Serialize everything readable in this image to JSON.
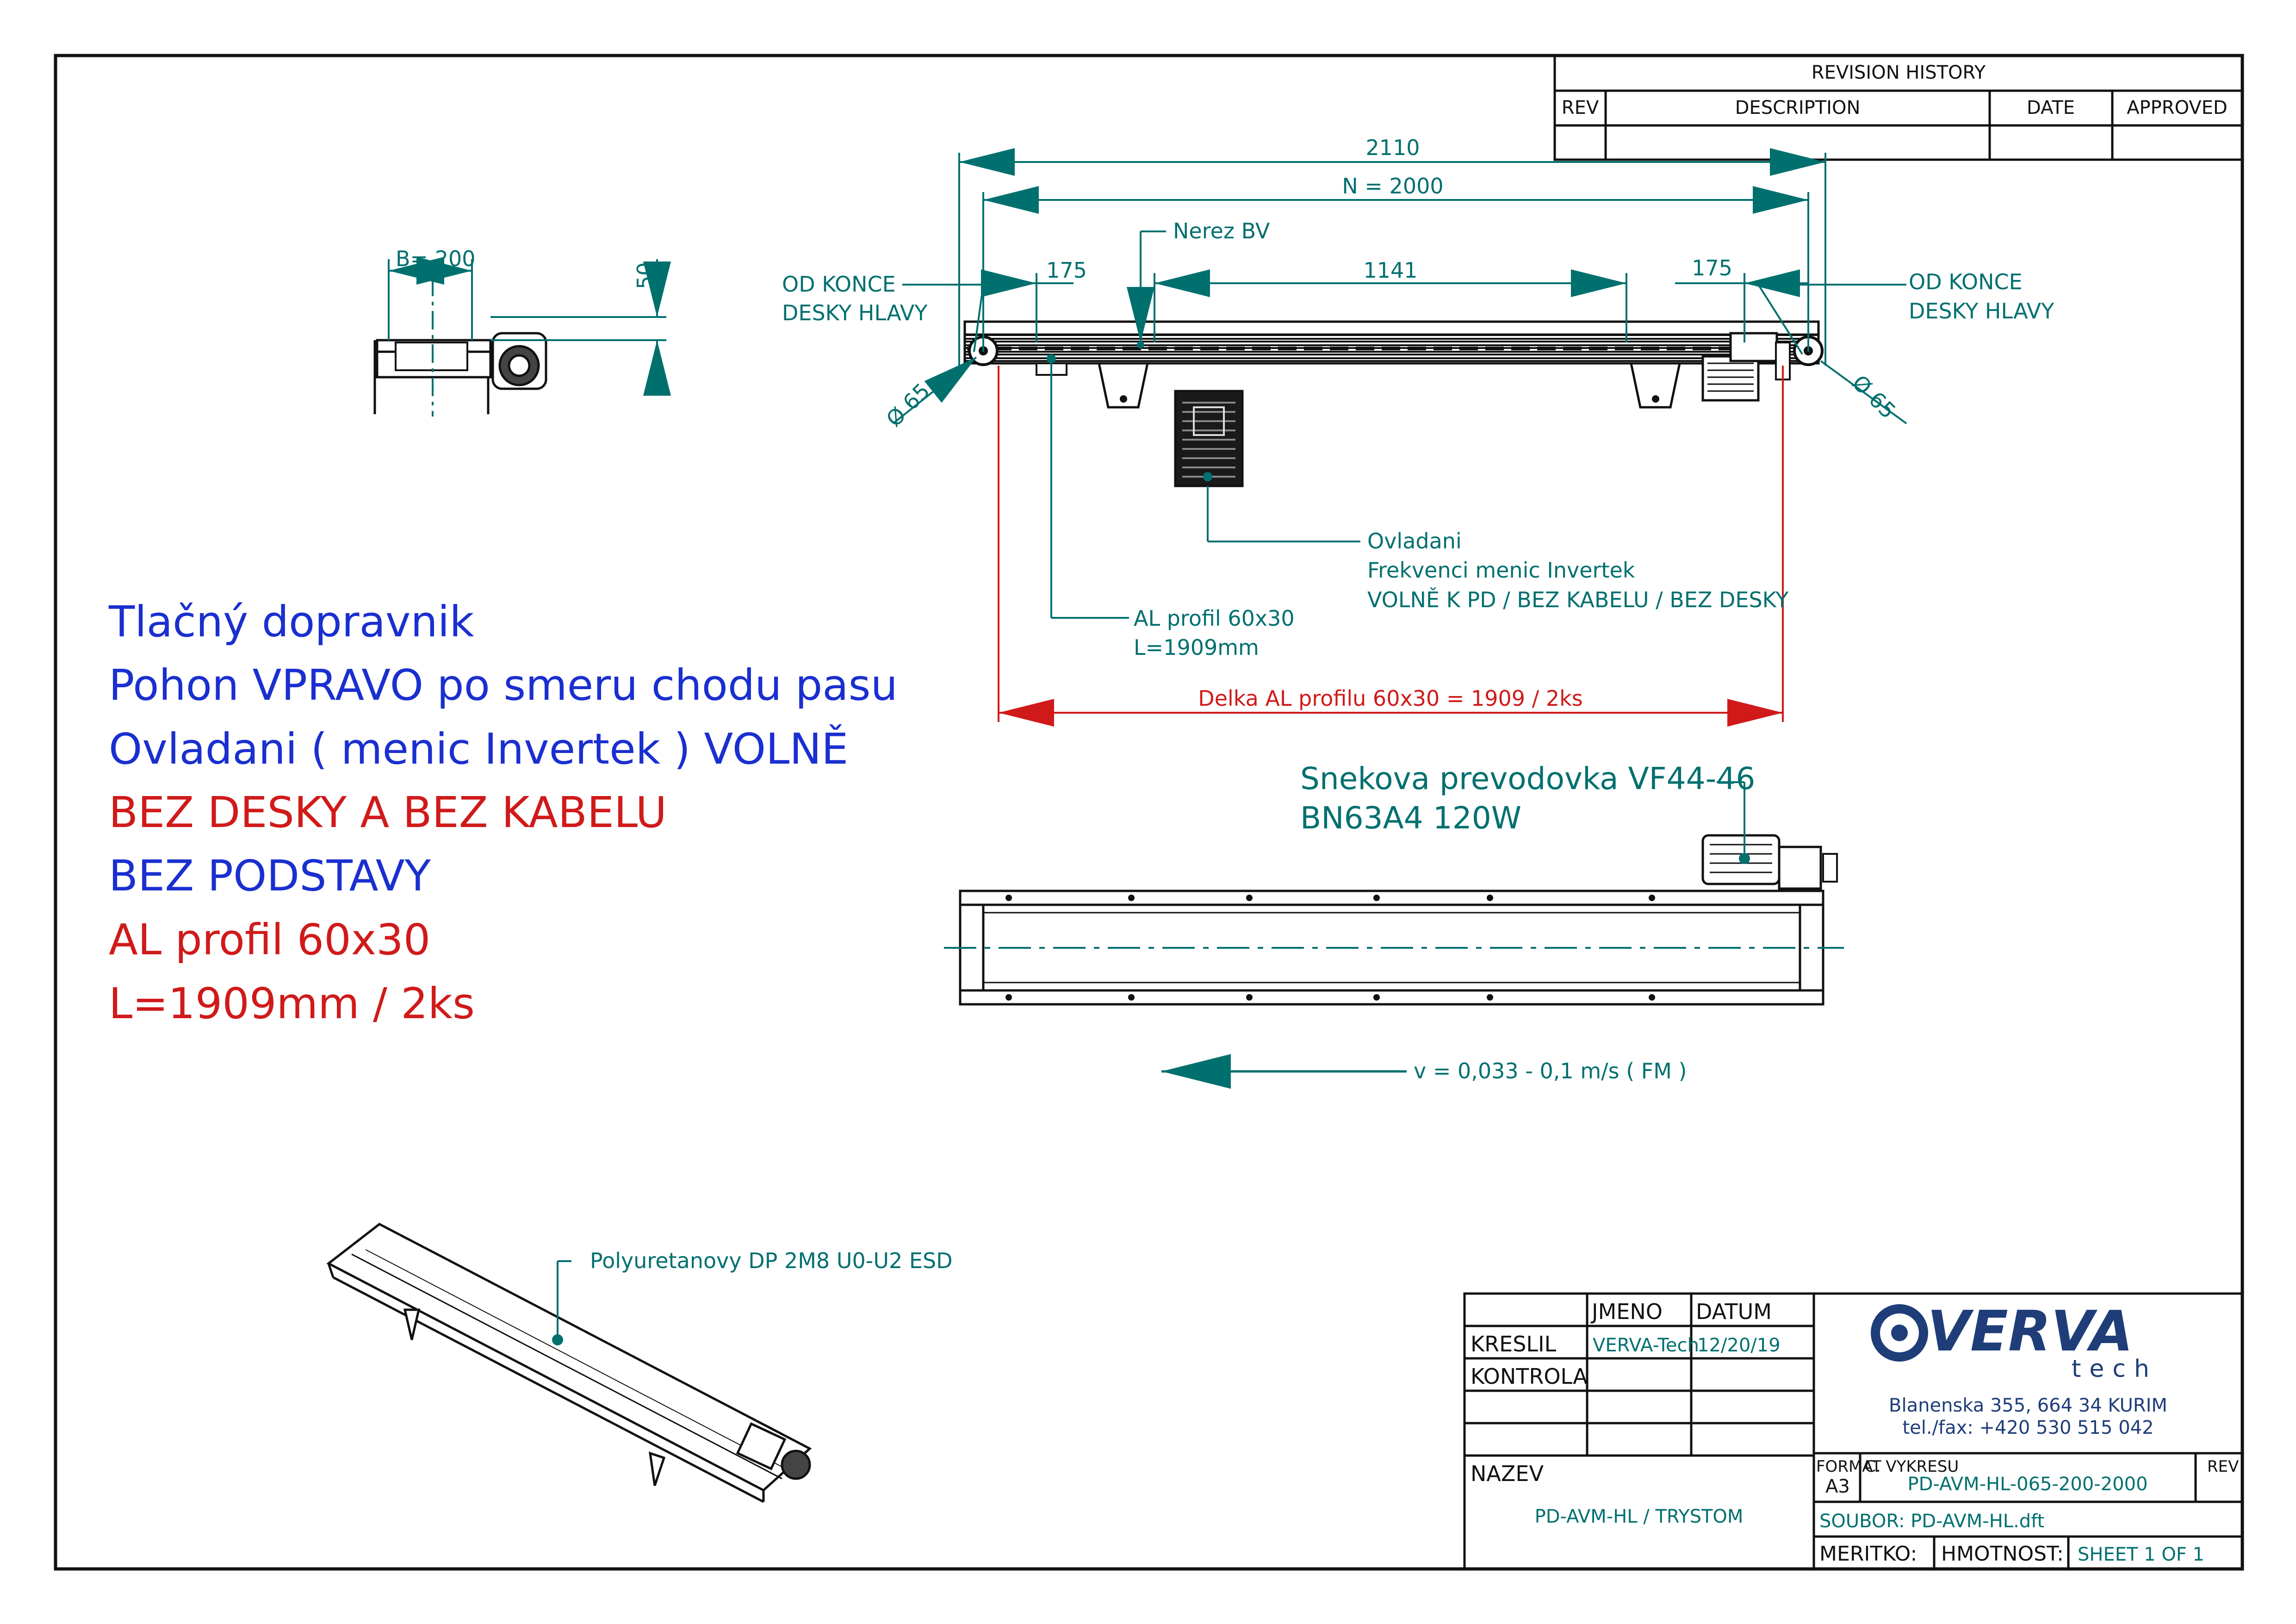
{
  "colors": {
    "line": "#111111",
    "teal": "#00706f",
    "blue": "#1a2fd0",
    "red": "#d01a1a",
    "brand": "#1e3d79"
  },
  "revision_block": {
    "title": "REVISION HISTORY",
    "col_rev": "REV",
    "col_description": "DESCRIPTION",
    "col_date": "DATE",
    "col_approved": "APPROVED"
  },
  "dims": {
    "overall": "2110",
    "n": "N = 2000",
    "left_175": "175",
    "mid_1141": "1141",
    "right_175": "175",
    "belt_width": "B= 200",
    "height_50": "50",
    "dia_left": "Ø 65",
    "dia_right": "Ø 65",
    "profile_length": "Delka AL profilu 60x30 = 1909 / 2ks"
  },
  "callouts": {
    "nerez": "Nerez BV",
    "od_konce_left_1": "OD KONCE",
    "od_konce_left_2": "DESKY HLAVY",
    "od_konce_right_1": "OD KONCE",
    "od_konce_right_2": "DESKY HLAVY",
    "ovladani_1": "Ovladani",
    "ovladani_2": "Frekvenci menic Invertek",
    "ovladani_3": "VOLNĚ K PD / BEZ KABELU / BEZ DESKY",
    "al_profil_1": "AL profil 60x30",
    "al_profil_2": "L=1909mm",
    "gearbox_1": "Snekova prevodovka VF44-46",
    "gearbox_2": "BN63A4 120W",
    "speed": "v = 0,033 - 0,1 m/s ( FM )",
    "belt": "Polyuretanovy DP 2M8 U0-U2 ESD"
  },
  "notes": [
    {
      "text": "Tlačný dopravnik",
      "color": "blue"
    },
    {
      "text": "Pohon VPRAVO po smeru chodu pasu",
      "color": "blue"
    },
    {
      "text": "Ovladani ( menic Invertek ) VOLNĚ",
      "color": "blue"
    },
    {
      "text": "BEZ DESKY A BEZ KABELU",
      "color": "red"
    },
    {
      "text": "BEZ PODSTAVY",
      "color": "blue"
    },
    {
      "text": "AL profil 60x30",
      "color": "red"
    },
    {
      "text": "L=1909mm / 2ks",
      "color": "red"
    }
  ],
  "title_block": {
    "col_jmeno": "JMENO",
    "col_datum": "DATUM",
    "row_kreslil": "KRESLIL",
    "kreslil_name": "VERVA-Tech",
    "kreslil_date": "12/20/19",
    "row_kontrola": "KONTROLA",
    "nazev_label": "NAZEV",
    "nazev_value": "PD-AVM-HL / TRYSTOM",
    "logo_text": "VERVA",
    "logo_sub": "tech",
    "address_1": "Blanenska 355, 664 34 KURIM",
    "address_2": "tel./fax: +420 530 515 042",
    "format_label": "FORMAT",
    "format_value": "A3",
    "cislo_label": "C. VYKRESU",
    "cislo_value": "PD-AVM-HL-065-200-2000",
    "rev_label": "REV",
    "soubor": "SOUBOR: PD-AVM-HL.dft",
    "meritko": "MERITKO:",
    "hmotnost": "HMOTNOST:",
    "sheet": "SHEET 1 OF 1"
  }
}
